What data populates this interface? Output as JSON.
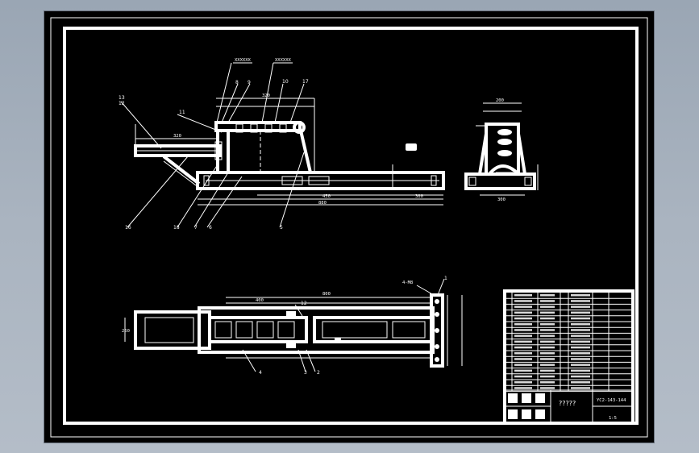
{
  "title_block": {
    "question_marks": "?????",
    "drawing_number": "YC2-143-144"
  },
  "leader_labels": {
    "top_view": [
      "13",
      "12",
      "11",
      "8",
      "9",
      "10",
      "17",
      "16",
      "18",
      "7",
      "6",
      "5"
    ],
    "plan_view": [
      "1",
      "12",
      "4",
      "3",
      "2"
    ]
  },
  "colors": {
    "background": "#aab4c0",
    "sheet": "#000000",
    "lines": "#ffffff"
  }
}
